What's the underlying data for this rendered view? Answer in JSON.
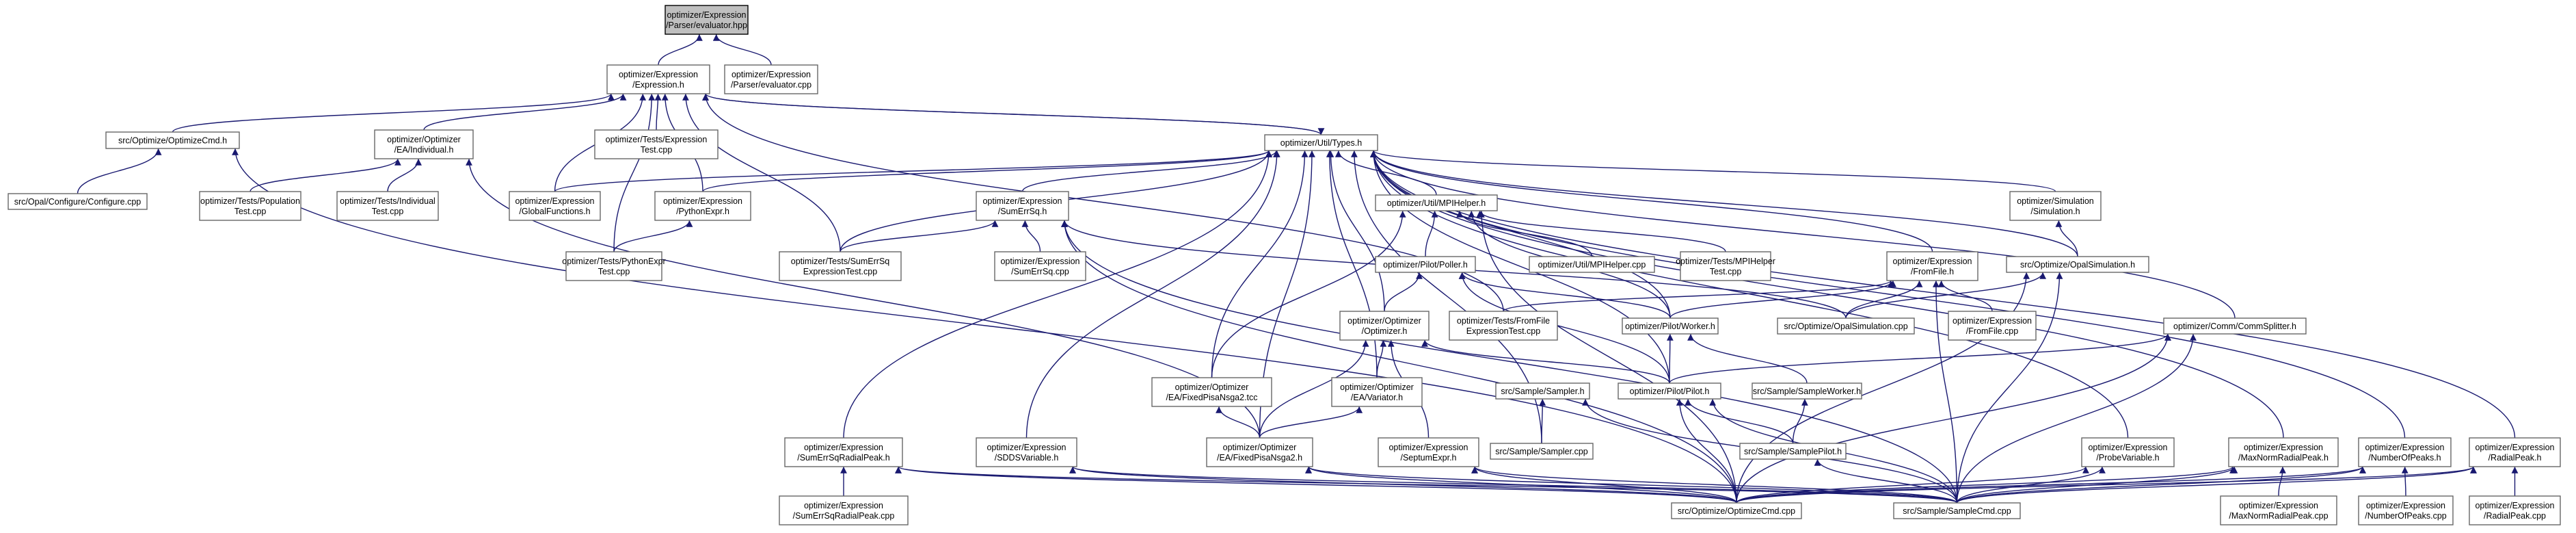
{
  "graph": {
    "nodes": [
      {
        "id": "n0",
        "lines": [
          "optimizer/Expression",
          "/Parser/evaluator.hpp"
        ],
        "root": true
      },
      {
        "id": "n1",
        "lines": [
          "optimizer/Expression",
          "/Expression.h"
        ]
      },
      {
        "id": "n2",
        "lines": [
          "optimizer/Expression",
          "/Parser/evaluator.cpp"
        ]
      },
      {
        "id": "n3",
        "lines": [
          "src/Optimize/OptimizeCmd.h"
        ]
      },
      {
        "id": "n4",
        "lines": [
          "optimizer/Optimizer",
          "/EA/Individual.h"
        ]
      },
      {
        "id": "n5",
        "lines": [
          "optimizer/Tests/Expression",
          "Test.cpp"
        ]
      },
      {
        "id": "n6",
        "lines": [
          "optimizer/Util/Types.h"
        ]
      },
      {
        "id": "n7",
        "lines": [
          "src/Opal/Configure/Configure.cpp"
        ]
      },
      {
        "id": "n8",
        "lines": [
          "optimizer/Tests/Population",
          "Test.cpp"
        ]
      },
      {
        "id": "n9",
        "lines": [
          "optimizer/Tests/Individual",
          "Test.cpp"
        ]
      },
      {
        "id": "n10",
        "lines": [
          "optimizer/Expression",
          "/GlobalFunctions.h"
        ]
      },
      {
        "id": "n11",
        "lines": [
          "optimizer/Expression",
          "/PythonExpr.h"
        ]
      },
      {
        "id": "n12",
        "lines": [
          "optimizer/Expression",
          "/SumErrSq.h"
        ]
      },
      {
        "id": "n13",
        "lines": [
          "optimizer/Util/MPIHelper.h"
        ]
      },
      {
        "id": "n14",
        "lines": [
          "optimizer/Simulation",
          "/Simulation.h"
        ]
      },
      {
        "id": "n15",
        "lines": [
          "optimizer/Tests/PythonExpr",
          "Test.cpp"
        ]
      },
      {
        "id": "n16",
        "lines": [
          "optimizer/Tests/SumErrSq",
          "ExpressionTest.cpp"
        ]
      },
      {
        "id": "n17",
        "lines": [
          "optimizer/Expression",
          "/SumErrSq.cpp"
        ]
      },
      {
        "id": "n18",
        "lines": [
          "optimizer/Pilot/Poller.h"
        ]
      },
      {
        "id": "n19",
        "lines": [
          "optimizer/Util/MPIHelper.cpp"
        ]
      },
      {
        "id": "n20",
        "lines": [
          "optimizer/Tests/MPIHelper",
          "Test.cpp"
        ]
      },
      {
        "id": "n21",
        "lines": [
          "optimizer/Expression",
          "/FromFile.h"
        ]
      },
      {
        "id": "n22",
        "lines": [
          "src/Optimize/OpalSimulation.h"
        ]
      },
      {
        "id": "n23",
        "lines": [
          "optimizer/Optimizer",
          "/Optimizer.h"
        ]
      },
      {
        "id": "n24",
        "lines": [
          "optimizer/Tests/FromFile",
          "ExpressionTest.cpp"
        ]
      },
      {
        "id": "n25",
        "lines": [
          "optimizer/Pilot/Worker.h"
        ]
      },
      {
        "id": "n26",
        "lines": [
          "src/Optimize/OpalSimulation.cpp"
        ]
      },
      {
        "id": "n27",
        "lines": [
          "optimizer/Expression",
          "/FromFile.cpp"
        ]
      },
      {
        "id": "n28",
        "lines": [
          "optimizer/Comm/CommSplitter.h"
        ]
      },
      {
        "id": "n29",
        "lines": [
          "optimizer/Optimizer",
          "/EA/FixedPisaNsga2.tcc"
        ]
      },
      {
        "id": "n30",
        "lines": [
          "optimizer/Optimizer",
          "/EA/Variator.h"
        ]
      },
      {
        "id": "n31",
        "lines": [
          "src/Sample/Sampler.h"
        ]
      },
      {
        "id": "n32",
        "lines": [
          "optimizer/Pilot/Pilot.h"
        ]
      },
      {
        "id": "n33",
        "lines": [
          "src/Sample/SampleWorker.h"
        ]
      },
      {
        "id": "n34",
        "lines": [
          "optimizer/Expression",
          "/SumErrSqRadialPeak.h"
        ]
      },
      {
        "id": "n35",
        "lines": [
          "optimizer/Expression",
          "/SDDSVariable.h"
        ]
      },
      {
        "id": "n36",
        "lines": [
          "optimizer/Optimizer",
          "/EA/FixedPisaNsga2.h"
        ]
      },
      {
        "id": "n37",
        "lines": [
          "optimizer/Expression",
          "/SeptumExpr.h"
        ]
      },
      {
        "id": "n38",
        "lines": [
          "src/Sample/Sampler.cpp"
        ]
      },
      {
        "id": "n39",
        "lines": [
          "src/Sample/SamplePilot.h"
        ]
      },
      {
        "id": "n40",
        "lines": [
          "optimizer/Expression",
          "/ProbeVariable.h"
        ]
      },
      {
        "id": "n41",
        "lines": [
          "optimizer/Expression",
          "/MaxNormRadialPeak.h"
        ]
      },
      {
        "id": "n42",
        "lines": [
          "optimizer/Expression",
          "/NumberOfPeaks.h"
        ]
      },
      {
        "id": "n43",
        "lines": [
          "optimizer/Expression",
          "/RadialPeak.h"
        ]
      },
      {
        "id": "n44",
        "lines": [
          "optimizer/Expression",
          "/SumErrSqRadialPeak.cpp"
        ]
      },
      {
        "id": "n45",
        "lines": [
          "src/Optimize/OptimizeCmd.cpp"
        ]
      },
      {
        "id": "n46",
        "lines": [
          "src/Sample/SampleCmd.cpp"
        ]
      },
      {
        "id": "n47",
        "lines": [
          "optimizer/Expression",
          "/MaxNormRadialPeak.cpp"
        ]
      },
      {
        "id": "n48",
        "lines": [
          "optimizer/Expression",
          "/NumberOfPeaks.cpp"
        ]
      },
      {
        "id": "n49",
        "lines": [
          "optimizer/Expression",
          "/RadialPeak.cpp"
        ]
      }
    ]
  }
}
